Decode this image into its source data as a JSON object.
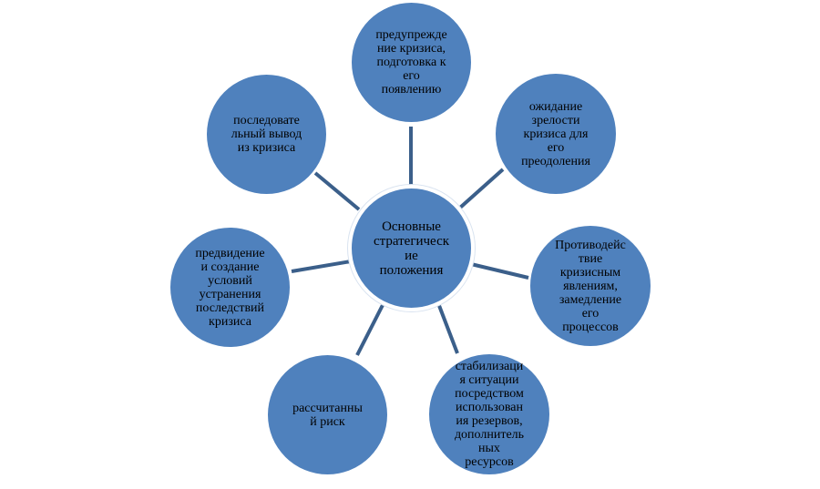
{
  "diagram": {
    "colors": {
      "node_fill": "#4f81bd",
      "connector": "#3b5f8a",
      "text": "#000000"
    },
    "center": {
      "text": "Основные\nстратегическ\nие\nположения"
    },
    "nodes": [
      {
        "id": "top",
        "text": "предупрежде\nние кризиса,\nподготовка к\nего\nпоявлению"
      },
      {
        "id": "upper-right",
        "text": "ожидание\nзрелости\nкризиса для\nего\nпреодоления"
      },
      {
        "id": "right",
        "text": "Противодейс\nтвие\nкризисным\nявлениям,\nзамедление\nего\nпроцессов"
      },
      {
        "id": "lower-right",
        "text": "стабилизаци\nя ситуации\nпосредством\nиспользован\nия резервов,\nдополнитель\nных\nресурсов"
      },
      {
        "id": "lower-left",
        "text": "рассчитанны\nй риск"
      },
      {
        "id": "left",
        "text": "предвидение\nи создание\nусловий\nустранения\nпоследствий\nкризиса"
      },
      {
        "id": "upper-left",
        "text": "последовате\nльный вывод\nиз кризиса"
      }
    ]
  }
}
